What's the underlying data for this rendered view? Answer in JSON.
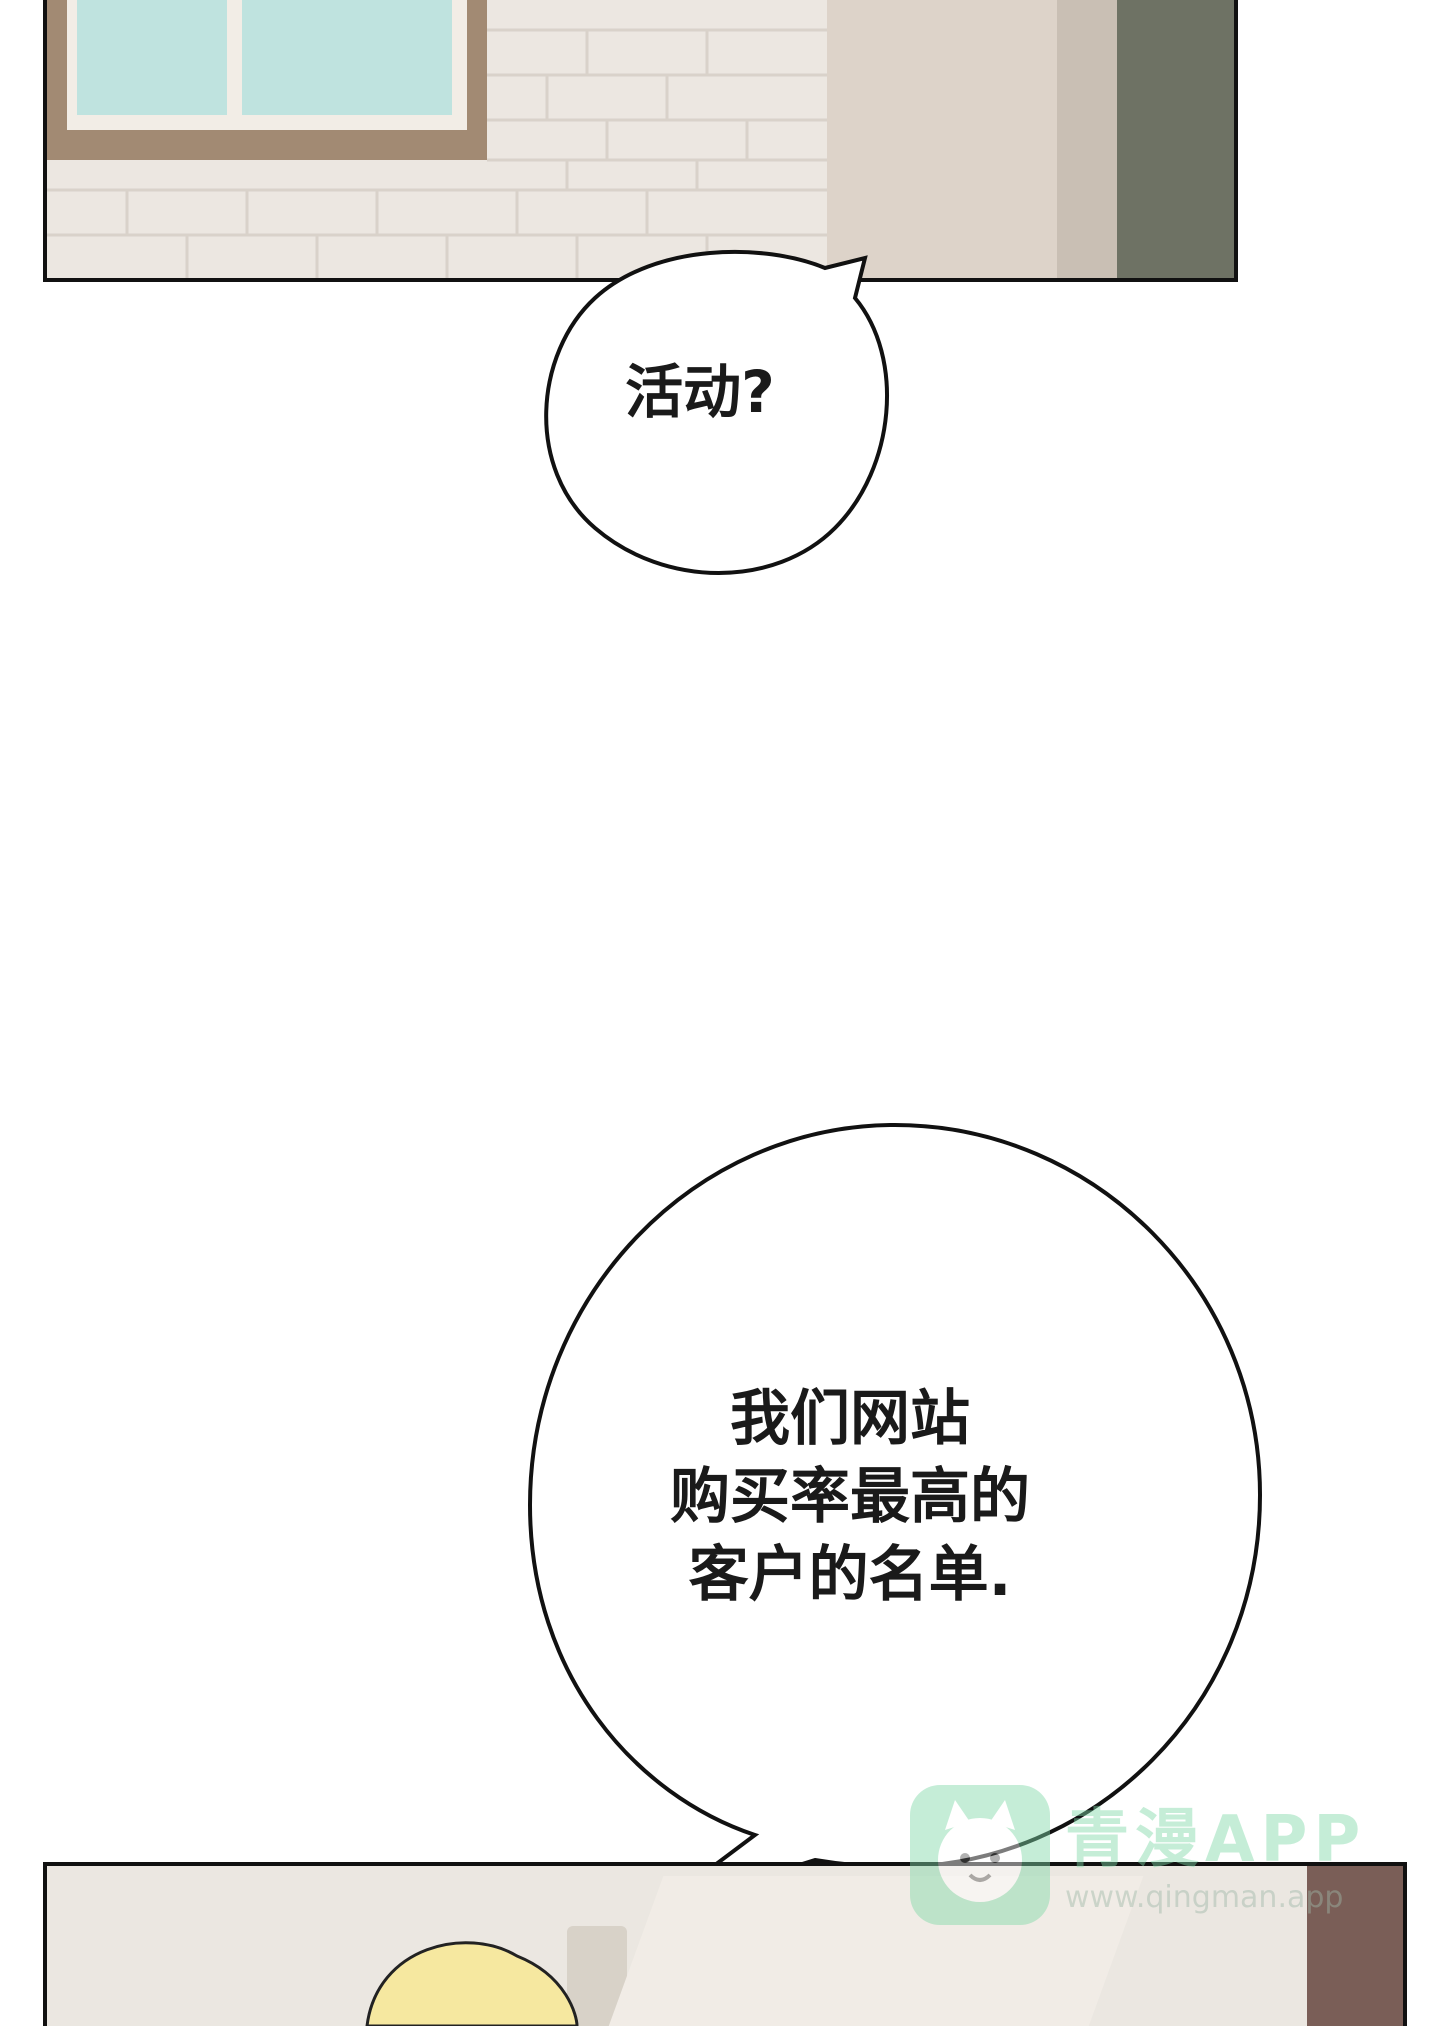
{
  "bubbles": {
    "first": "活动?",
    "second": "我们网站\n购买率最高的\n客户的名单."
  },
  "watermark": {
    "title": "青漫APP",
    "url": "www.qingman.app"
  },
  "colors": {
    "ink": "#111111",
    "wall": "#e8e2dc",
    "window_glass": "#bfe3df",
    "watermark_green": "#7fd9a8"
  }
}
